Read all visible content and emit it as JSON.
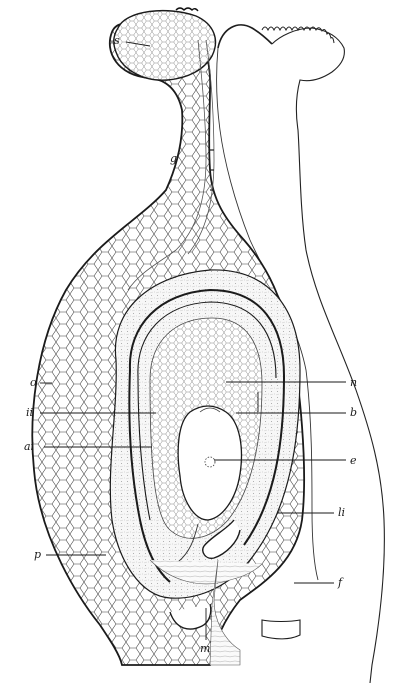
{
  "figure": {
    "labels": {
      "s": "s",
      "g": "g",
      "o": "o",
      "n": "n",
      "ii": "ii",
      "b": "b",
      "ai": "ai",
      "e": "e",
      "li": "li",
      "p": "p",
      "f": "f",
      "m": "m"
    }
  }
}
